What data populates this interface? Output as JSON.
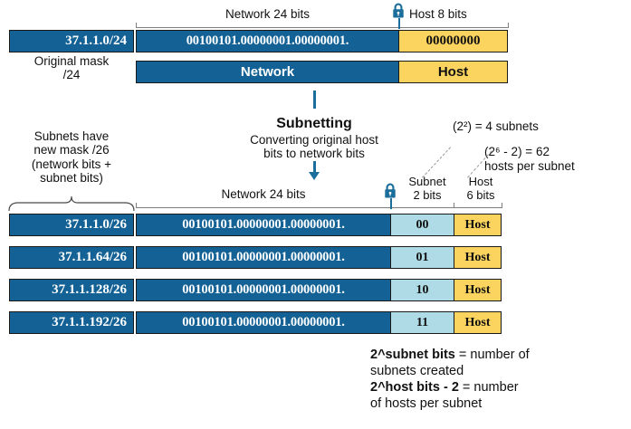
{
  "diagram": {
    "title": "IPv4 Subnetting /24 to /26",
    "colors": {
      "network_blue": "#146295",
      "host_yellow": "#fad45f",
      "subnet_lightblue": "#aedbe6",
      "arrow_blue": "#1b6d9b",
      "lock_blue": "#1b6d9b",
      "rule_grey": "#7f7f7f"
    }
  },
  "original": {
    "bracket_network_label": "Network 24 bits",
    "bracket_host_label": "Host 8 bits",
    "ip_label": "37.1.1.0/24",
    "binary_network": "00100101.00000001.00000001.",
    "binary_host": "00000000",
    "under_label": "Original mask\n/24",
    "bar_network_label": "Network",
    "bar_host_label": "Host",
    "lock_icon": "lock-icon"
  },
  "transition": {
    "heading": "Subnetting",
    "description": "Converting original host\nbits to network bits",
    "arrow_icon": "down-arrow-icon"
  },
  "subnetted": {
    "left_note": "Subnets have\nnew mask /26\n(network bits +\nsubnet bits)",
    "bracket_network_label": "Network 24 bits",
    "bracket_subnet_label": "Subnet\n2 bits",
    "bracket_host_label": "Host\n6 bits",
    "lock_icon": "lock-icon",
    "callout_subnets": "(2²) = 4 subnets",
    "callout_hosts": "(2⁶ - 2) = 62\nhosts per subnet",
    "rows": [
      {
        "ip_label": "37.1.1.0/26",
        "binary_network": "00100101.00000001.00000001.",
        "subnet_bits": "00",
        "host_label": "Host"
      },
      {
        "ip_label": "37.1.1.64/26",
        "binary_network": "00100101.00000001.00000001.",
        "subnet_bits": "01",
        "host_label": "Host"
      },
      {
        "ip_label": "37.1.1.128/26",
        "binary_network": "00100101.00000001.00000001.",
        "subnet_bits": "10",
        "host_label": "Host"
      },
      {
        "ip_label": "37.1.1.192/26",
        "binary_network": "00100101.00000001.00000001.",
        "subnet_bits": "11",
        "host_label": "Host"
      }
    ]
  },
  "formula": {
    "line1_bold": "2^subnet bits",
    "line1_rest": " = number of",
    "line2": "subnets created",
    "line3_bold": "2^host bits - 2",
    "line3_rest": " = number",
    "line4": "of hosts per subnet"
  }
}
